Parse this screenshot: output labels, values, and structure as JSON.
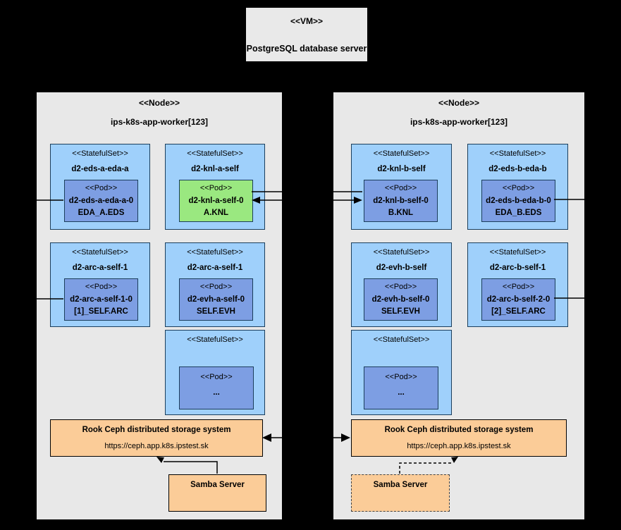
{
  "colors": {
    "background": "#000000",
    "node_fill": "#e8e8e8",
    "statefulset_fill": "#9fd0fb",
    "pod_fill": "#7d9ee3",
    "pod_highlight_fill": "#9ae880",
    "storage_fill": "#fbcc98",
    "blue_border": "#1b3e5c"
  },
  "vm": {
    "stereotype": "<<VM>>",
    "name": "PostgreSQL database server"
  },
  "nodes": [
    {
      "stereotype": "<<Node>>",
      "name": "ips-k8s-app-worker[123]",
      "statefulsets": [
        {
          "stereotype": "<<StatefulSet>>",
          "name": "d2-eds-a-eda-a",
          "pod": {
            "stereotype": "<<Pod>>",
            "name": "d2-eds-a-eda-a-0",
            "component": "EDA_A.EDS",
            "highlight": false
          }
        },
        {
          "stereotype": "<<StatefulSet>>",
          "name": "d2-knl-a-self",
          "pod": {
            "stereotype": "<<Pod>>",
            "name": "d2-knl-a-self-0",
            "component": "A.KNL",
            "highlight": true
          }
        },
        {
          "stereotype": "<<StatefulSet>>",
          "name": "d2-arc-a-self-1",
          "pod": {
            "stereotype": "<<Pod>>",
            "name": "d2-arc-a-self-1-0",
            "component": "[1]_SELF.ARC",
            "highlight": false
          }
        },
        {
          "stereotype": "<<StatefulSet>>",
          "name": "d2-arc-a-self-1",
          "pod": {
            "stereotype": "<<Pod>>",
            "name": "d2-evh-a-self-0",
            "component": "SELF.EVH",
            "highlight": false
          }
        },
        {
          "stereotype": "<<StatefulSet>>",
          "name": "",
          "pod": {
            "stereotype": "<<Pod>>",
            "name": "...",
            "component": "",
            "highlight": false
          }
        }
      ],
      "storage": {
        "title": "Rook Ceph distributed storage system",
        "url": "https://ceph.app.k8s.ipstest.sk"
      },
      "samba": {
        "label": "Samba Server",
        "border": "solid"
      }
    },
    {
      "stereotype": "<<Node>>",
      "name": "ips-k8s-app-worker[123]",
      "statefulsets": [
        {
          "stereotype": "<<StatefulSet>>",
          "name": "d2-knl-b-self",
          "pod": {
            "stereotype": "<<Pod>>",
            "name": "d2-knl-b-self-0",
            "component": "B.KNL",
            "highlight": false
          }
        },
        {
          "stereotype": "<<StatefulSet>>",
          "name": "d2-eds-b-eda-b",
          "pod": {
            "stereotype": "<<Pod>>",
            "name": "d2-eds-b-eda-b-0",
            "component": "EDA_B.EDS",
            "highlight": false
          }
        },
        {
          "stereotype": "<<StatefulSet>>",
          "name": "d2-evh-b-self",
          "pod": {
            "stereotype": "<<Pod>>",
            "name": "d2-evh-b-self-0",
            "component": "SELF.EVH",
            "highlight": false
          }
        },
        {
          "stereotype": "<<StatefulSet>>",
          "name": "d2-arc-b-self-1",
          "pod": {
            "stereotype": "<<Pod>>",
            "name": "d2-arc-b-self-2-0",
            "component": "[2]_SELF.ARC",
            "highlight": false
          }
        },
        {
          "stereotype": "<<StatefulSet>>",
          "name": "",
          "pod": {
            "stereotype": "<<Pod>>",
            "name": "...",
            "component": "",
            "highlight": false
          }
        }
      ],
      "storage": {
        "title": "Rook Ceph distributed storage system",
        "url": "https://ceph.app.k8s.ipstest.sk"
      },
      "samba": {
        "label": "Samba Server",
        "border": "dashed"
      }
    }
  ]
}
